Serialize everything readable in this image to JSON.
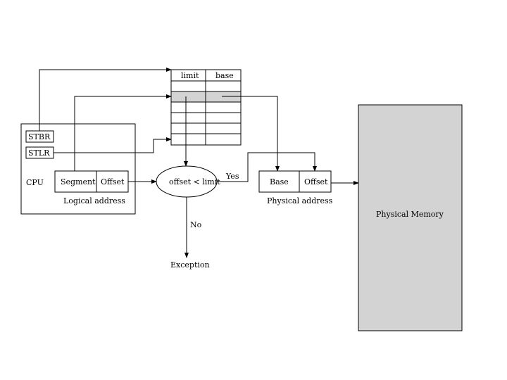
{
  "cpu": {
    "label": "CPU",
    "stbr_label": "STBR",
    "stlr_label": "STLR"
  },
  "logical_address": {
    "segment_label": "Segment",
    "offset_label": "Offset",
    "caption": "Logical address"
  },
  "segment_table": {
    "header_limit": "limit",
    "header_base": "base",
    "highlight_color": "#d3d3d3"
  },
  "comparison": {
    "label": "offset < limit",
    "yes_label": "Yes",
    "no_label": "No",
    "exception_label": "Exception"
  },
  "physical_address": {
    "base_label": "Base",
    "offset_label": "Offset",
    "caption": "Physical address"
  },
  "physical_memory": {
    "label": "Physical Memory",
    "fill_color": "#d3d3d3"
  }
}
